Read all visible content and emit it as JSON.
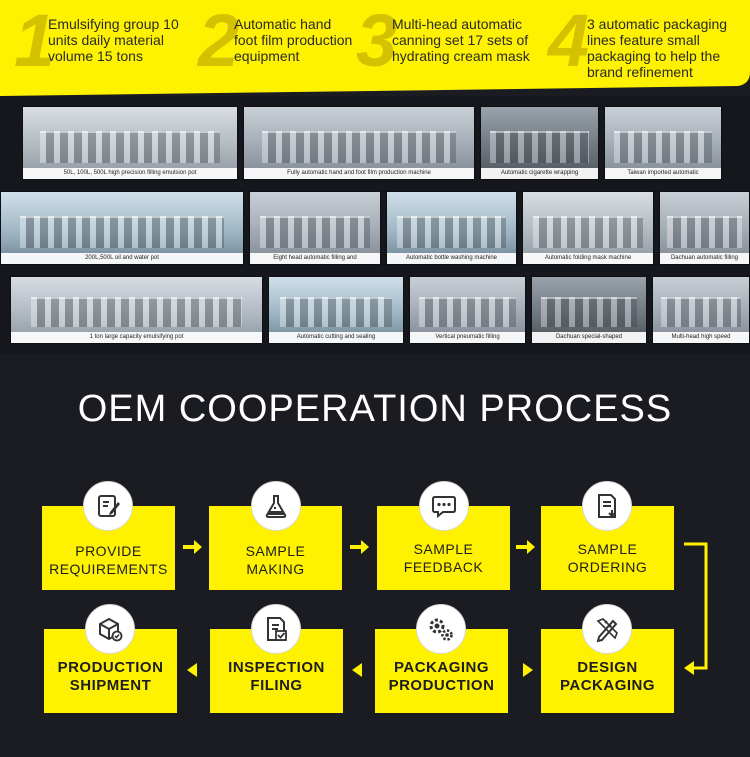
{
  "banner": {
    "features": [
      {
        "number": "1",
        "text": "Emulsifying group 10 units daily material volume 15 tons"
      },
      {
        "number": "2",
        "text": "Automatic hand foot film production equipment"
      },
      {
        "number": "3",
        "text": "Multi-head automatic canning set 17 sets of hydrating cream mask"
      },
      {
        "number": "4",
        "text": "3 automatic packaging lines feature small packaging to help the brand refinement"
      }
    ],
    "colors": {
      "yellow": "#fff200",
      "text": "#2a2a2a"
    }
  },
  "photos": [
    {
      "caption": "50L, 100L, 500L high precision filling emulsion pot"
    },
    {
      "caption": "Fully automatic hand and foot film production machine"
    },
    {
      "caption": "Automatic cigarette wrapping"
    },
    {
      "caption": "Taiwan imported automatic"
    },
    {
      "caption": "200L,500L oil and water pot"
    },
    {
      "caption": "Eight head automatic filling and"
    },
    {
      "caption": "Automatic bottle washing machine"
    },
    {
      "caption": "Automatic folding mask machine"
    },
    {
      "caption": "Dachuan automatic filling"
    },
    {
      "caption": "1 ton large capacity emulsifying pot"
    },
    {
      "caption": "Automatic cutting and sealing"
    },
    {
      "caption": "Vertical pneumatic filling"
    },
    {
      "caption": "Dachuan special-shaped"
    },
    {
      "caption": "Multi-head high speed"
    }
  ],
  "process": {
    "title": "OEM COOPERATION PROCESS",
    "steps": [
      {
        "line1": "PROVIDE",
        "line2": "REQUIREMENTS",
        "icon": "edit-document-icon"
      },
      {
        "line1": "SAMPLE",
        "line2": "MAKING",
        "icon": "lab-flask-icon"
      },
      {
        "line1": "SAMPLE",
        "line2": "FEEDBACK",
        "icon": "chat-bubble-icon"
      },
      {
        "line1": "SAMPLE",
        "line2": "ORDERING",
        "icon": "order-document-icon"
      },
      {
        "line1": "DESIGN",
        "line2": "PACKAGING",
        "icon": "design-tools-icon"
      },
      {
        "line1": "PACKAGING",
        "line2": "PRODUCTION",
        "icon": "gears-icon"
      },
      {
        "line1": "INSPECTION",
        "line2": "FILING",
        "icon": "checklist-icon"
      },
      {
        "line1": "PRODUCTION",
        "line2": "SHIPMENT",
        "icon": "package-box-icon"
      }
    ],
    "colors": {
      "box": "#fff200",
      "background": "#1b1c22"
    }
  }
}
